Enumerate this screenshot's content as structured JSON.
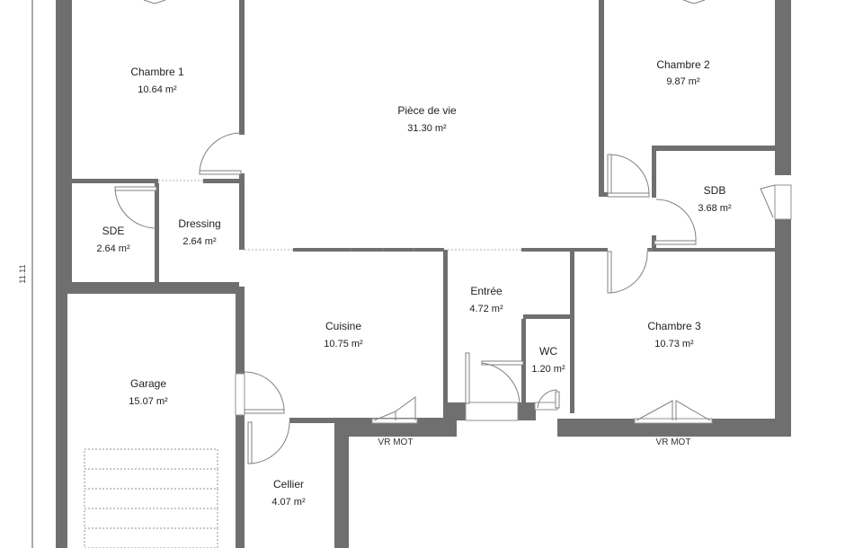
{
  "rooms": {
    "chambre1": {
      "name": "Chambre 1",
      "area": "10.64 m²"
    },
    "piece_de_vie": {
      "name": "Pièce de vie",
      "area": "31.30 m²"
    },
    "chambre2": {
      "name": "Chambre 2",
      "area": "9.87 m²"
    },
    "sdb": {
      "name": "SDB",
      "area": "3.68 m²"
    },
    "sde": {
      "name": "SDE",
      "area": "2.64 m²"
    },
    "dressing": {
      "name": "Dressing",
      "area": "2.64 m²"
    },
    "entree": {
      "name": "Entrée",
      "area": "4.72 m²"
    },
    "cuisine": {
      "name": "Cuisine",
      "area": "10.75 m²"
    },
    "wc": {
      "name": "WC",
      "area": "1.20 m²"
    },
    "chambre3": {
      "name": "Chambre 3",
      "area": "10.73 m²"
    },
    "garage": {
      "name": "Garage",
      "area": "15.07 m²"
    },
    "cellier": {
      "name": "Cellier",
      "area": "4.07 m²"
    }
  },
  "labels": {
    "vr_mot_cuisine": "VR MOT",
    "vr_mot_chambre3": "VR MOT",
    "dimension_left": "11.11"
  }
}
